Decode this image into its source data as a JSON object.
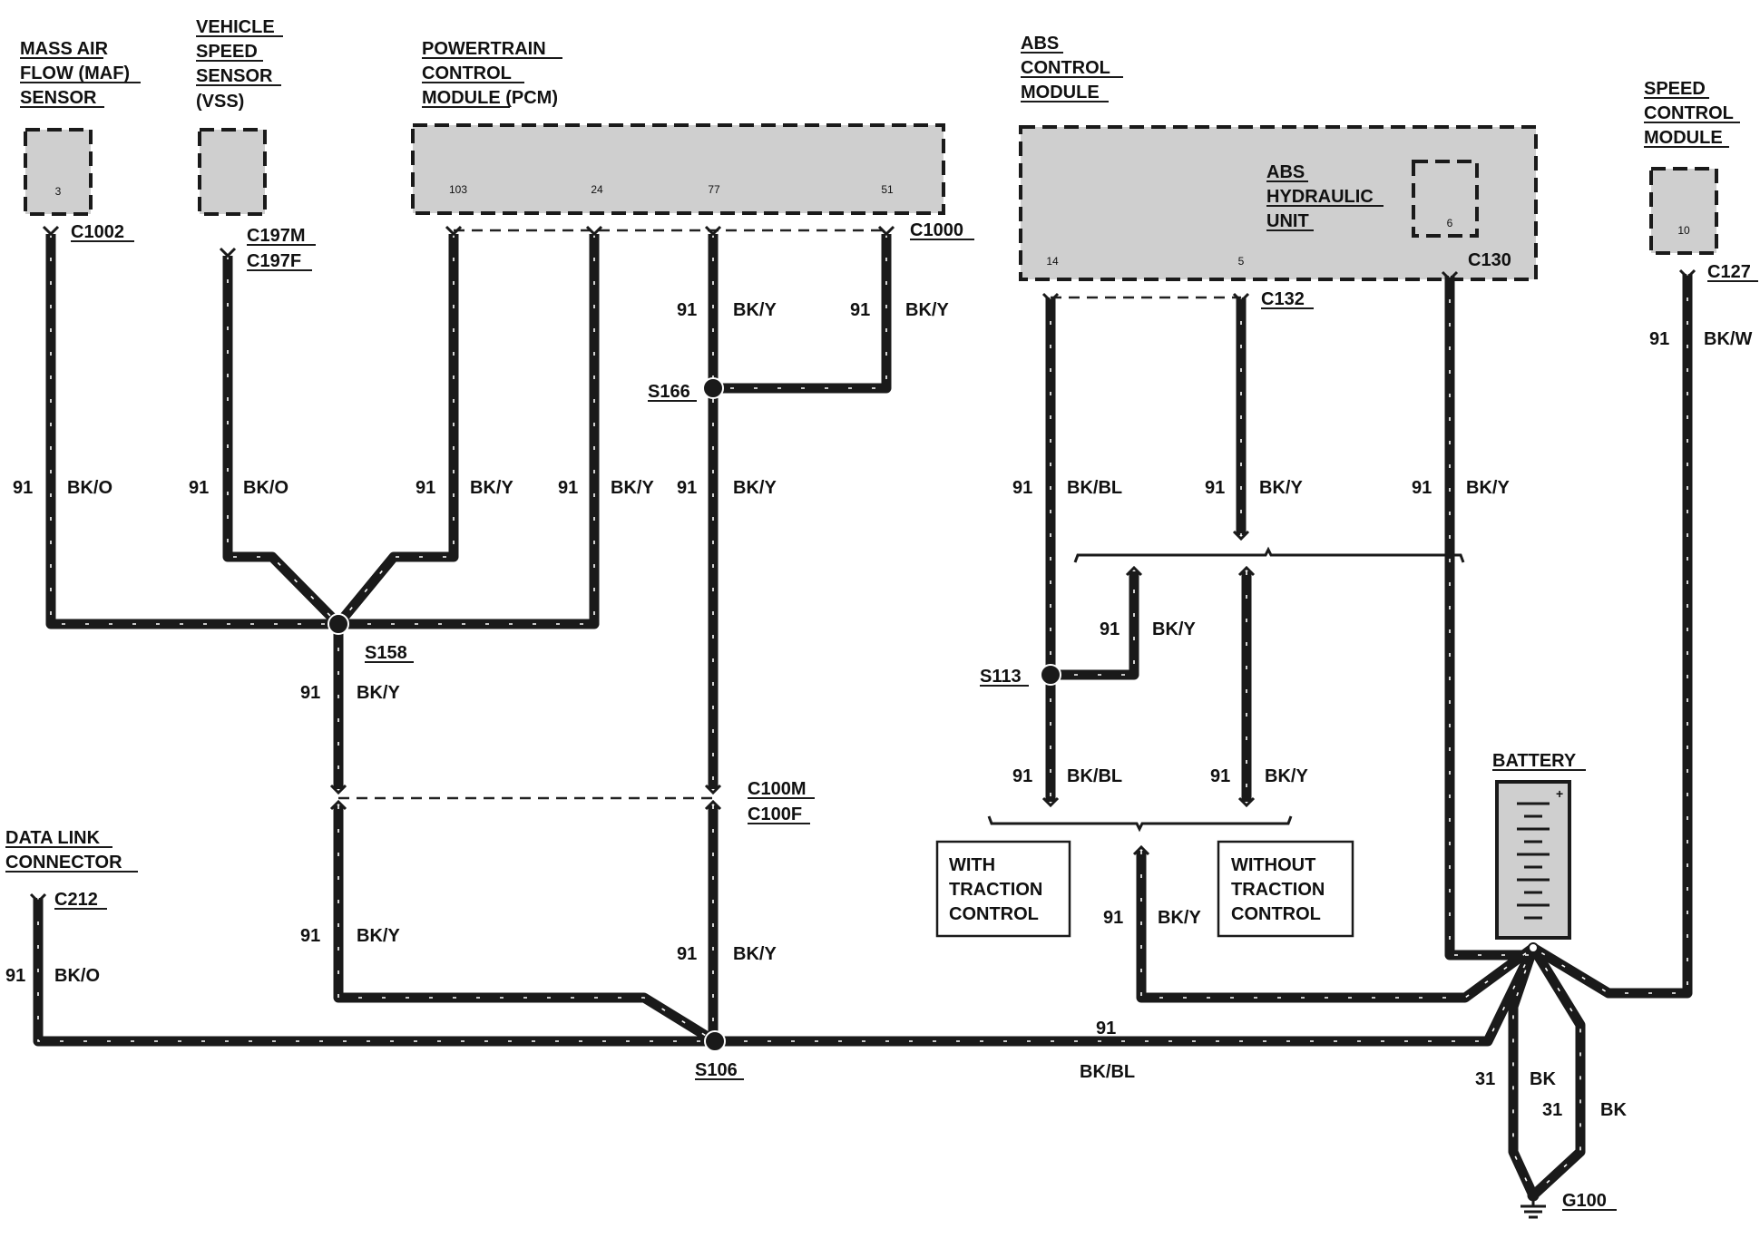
{
  "components": {
    "maf": {
      "lines": [
        "MASS AIR",
        "FLOW (MAF)",
        "SENSOR"
      ],
      "pin": "3",
      "connector": "C1002"
    },
    "vss": {
      "lines": [
        "VEHICLE",
        "SPEED",
        "SENSOR",
        "(VSS)"
      ],
      "connector_m": "C197M",
      "connector_f": "C197F"
    },
    "pcm": {
      "lines": [
        "POWERTRAIN",
        "CONTROL",
        "MODULE (PCM)"
      ],
      "pins": [
        "103",
        "24",
        "77",
        "51"
      ],
      "connector": "C1000"
    },
    "abs": {
      "lines": [
        "ABS",
        "CONTROL",
        "MODULE"
      ],
      "unit_lines": [
        "ABS",
        "HYDRAULIC",
        "UNIT"
      ],
      "pins": [
        "14",
        "5"
      ],
      "unit_pin": "6",
      "connector": "C132",
      "unit_connector": "C130"
    },
    "scm": {
      "lines": [
        "SPEED",
        "CONTROL",
        "MODULE"
      ],
      "pin": "10",
      "connector": "C127"
    },
    "dlc": {
      "lines": [
        "DATA LINK",
        "CONNECTOR"
      ],
      "connector": "C212"
    },
    "battery": {
      "label": "BATTERY",
      "plus": "+"
    },
    "ground": {
      "label": "G100"
    }
  },
  "splices": {
    "s158": "S158",
    "s166": "S166",
    "s113": "S113",
    "s106": "S106"
  },
  "connectors": {
    "c100m": "C100M",
    "c100f": "C100F"
  },
  "option_boxes": {
    "with": [
      "WITH",
      "TRACTION",
      "CONTROL"
    ],
    "without": [
      "WITHOUT",
      "TRACTION",
      "CONTROL"
    ]
  },
  "wires": {
    "maf": {
      "num": "91",
      "color": "BK/O"
    },
    "vss": {
      "num": "91",
      "color": "BK/O"
    },
    "pcm103": {
      "num": "91",
      "color": "BK/Y"
    },
    "pcm24": {
      "num": "91",
      "color": "BK/Y"
    },
    "pcm77_top": {
      "num": "91",
      "color": "BK/Y"
    },
    "pcm51": {
      "num": "91",
      "color": "BK/Y"
    },
    "s166_down": {
      "num": "91",
      "color": "BK/Y"
    },
    "s158_down": {
      "num": "91",
      "color": "BK/Y"
    },
    "c100_left": {
      "num": "91",
      "color": "BK/Y"
    },
    "c100_right": {
      "num": "91",
      "color": "BK/Y"
    },
    "dlc": {
      "num": "91",
      "color": "BK/O"
    },
    "s106_batt": {
      "num": "91",
      "color": "BK/BL"
    },
    "abs14": {
      "num": "91",
      "color": "BK/BL"
    },
    "abs5": {
      "num": "91",
      "color": "BK/Y"
    },
    "s113_right": {
      "num": "91",
      "color": "BK/Y"
    },
    "s113_down": {
      "num": "91",
      "color": "BK/BL"
    },
    "without_tc": {
      "num": "91",
      "color": "BK/Y"
    },
    "option_out": {
      "num": "91",
      "color": "BK/Y"
    },
    "hcu": {
      "num": "91",
      "color": "BK/Y"
    },
    "scm": {
      "num": "91",
      "color": "BK/W"
    },
    "gnd1": {
      "num": "31",
      "color": "BK"
    },
    "gnd2": {
      "num": "31",
      "color": "BK"
    }
  }
}
